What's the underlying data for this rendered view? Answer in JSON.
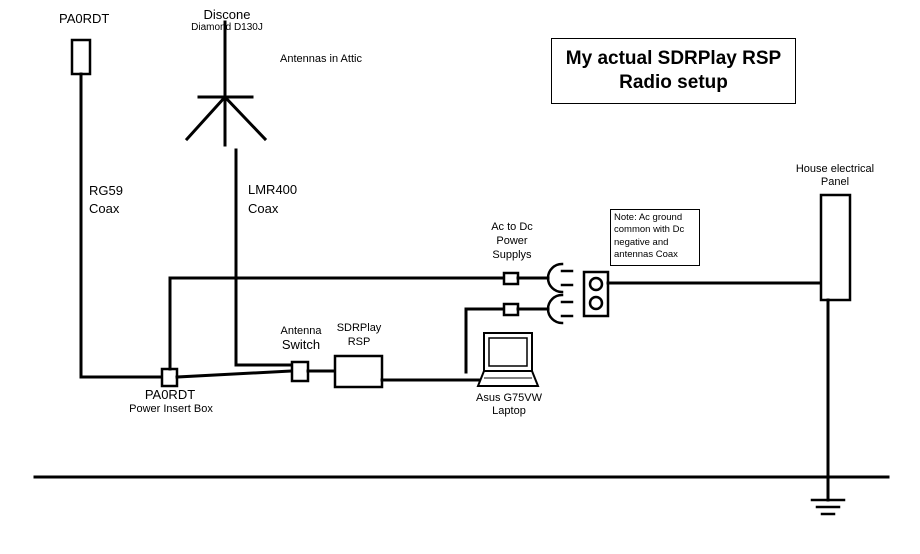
{
  "title": {
    "line1": "My actual SDRPlay RSP",
    "line2": "Radio setup"
  },
  "antennas": {
    "attic_label": "Antennas in Attic",
    "pa0rdt": "PA0RDT",
    "discone": "Discone",
    "discone_model": "Diamond D130J"
  },
  "cables": {
    "rg59_line1": "RG59",
    "rg59_line2": "Coax",
    "lmr400_line1": "LMR400",
    "lmr400_line2": "Coax"
  },
  "devices": {
    "power_insert_line1": "PA0RDT",
    "power_insert_line2": "Power Insert Box",
    "antenna_switch_line1": "Antenna",
    "antenna_switch_line2": "Switch",
    "sdrplay_line1": "SDRPlay",
    "sdrplay_line2": "RSP",
    "laptop_line1": "Asus G75VW",
    "laptop_line2": "Laptop",
    "power_supply_line1": "Ac to Dc",
    "power_supply_line2": "Power",
    "power_supply_line3": "Supplys",
    "panel_line1": "House electrical",
    "panel_line2": "Panel"
  },
  "note": {
    "line1": "Note: Ac ground",
    "line2": "common with Dc",
    "line3": "negative and",
    "line4": "antennas Coax"
  }
}
